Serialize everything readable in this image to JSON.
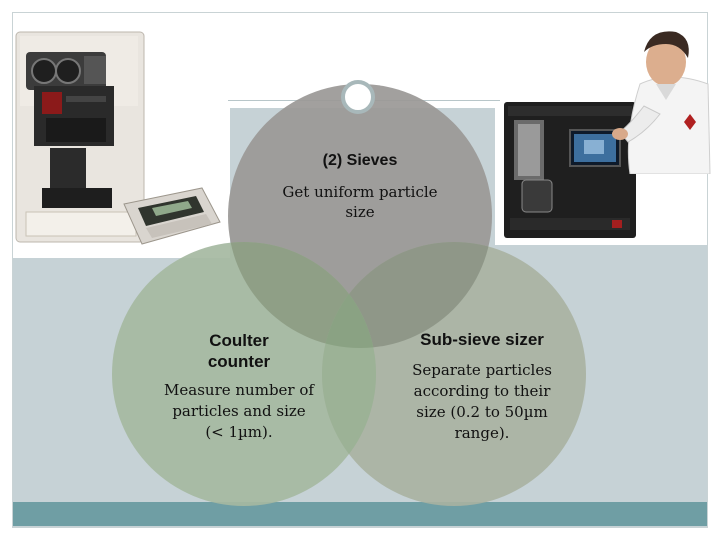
{
  "circles": {
    "top": {
      "title": "(2) Sieves",
      "body": "Get uniform particle size",
      "fill": "#9a9896"
    },
    "left": {
      "title": "Coulter counter",
      "body": "Measure number of particles and size (< 1µm).",
      "fill": "#a5b9a1"
    },
    "right": {
      "title": "Sub-sieve sizer",
      "body": "Separate particles according to their size (0.2 to 50µm range).",
      "fill": "#a9b1a1"
    }
  },
  "colors": {
    "panel": "#c6d2d6",
    "band": "#6f9ea4"
  },
  "images": {
    "left_instrument": "particle-counter-instrument",
    "right_instrument": "particle-analyzer-instrument",
    "scientist": "scientist-in-lab-coat"
  }
}
